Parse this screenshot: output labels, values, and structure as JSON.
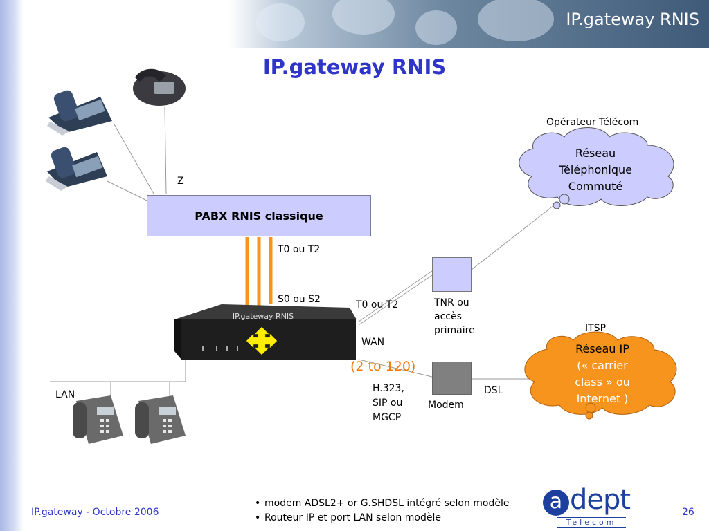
{
  "header": {
    "banner_title": "IP.gateway RNIS",
    "title": "IP.gateway RNIS"
  },
  "diagram": {
    "z_label": "Z",
    "pabx_label": "PABX RNIS classique",
    "t0_t2_top": "T0 ou T2",
    "s0_s2": "S0 ou S2",
    "t0_t2_wan": "T0 ou T2",
    "wan": "WAN",
    "gateway_label": "IP.gateway RNIS",
    "channel_count": "(2 to 120)",
    "protocols": [
      "H.323,",
      "SIP ou",
      "MGCP"
    ],
    "tnr": [
      "TNR ou",
      "accès",
      "primaire"
    ],
    "modem": "Modem",
    "dsl": "DSL",
    "lan": "LAN",
    "operator": "Opérateur Télécom",
    "pstn_cloud": [
      "Réseau",
      "Téléphonique",
      "Commuté"
    ],
    "itsp": "ITSP",
    "ip_cloud": [
      "Réseau IP",
      "(« carrier",
      "class » ou",
      "Internet )"
    ]
  },
  "bullets": [
    "modem ADSL2+ or G.SHDSL intégré selon modèle",
    "Routeur IP et port LAN selon modèle"
  ],
  "footer": {
    "left": "IP.gateway - Octobre 2006",
    "page": "26"
  },
  "logo": {
    "letter": "a",
    "word": "dept",
    "sub": "Telecom"
  },
  "colors": {
    "title_blue": "#2f35c8",
    "pabx_fill": "#ccccff",
    "orange": "#f7941d",
    "count_orange": "#f07800",
    "cloud_lavender": "#ccccff"
  }
}
